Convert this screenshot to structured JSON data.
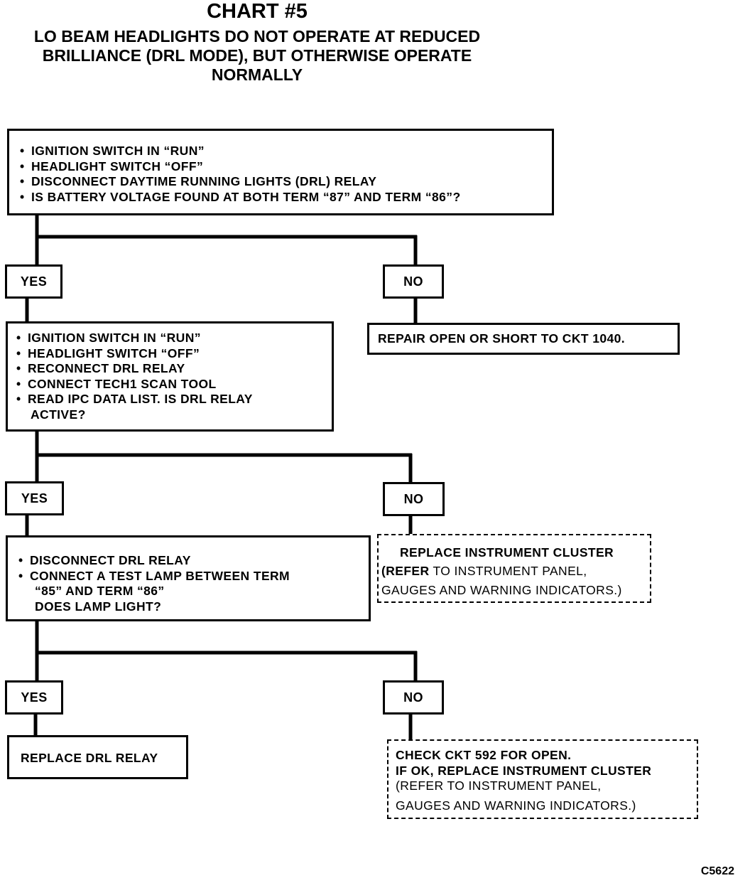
{
  "chart": {
    "title": "CHART #5",
    "subtitle": [
      "LO BEAM HEADLIGHTS DO NOT OPERATE AT REDUCED",
      "BRILLIANCE (DRL MODE), BUT OTHERWISE OPERATE",
      "NORMALLY"
    ],
    "figure_code": "C5622"
  },
  "step1": {
    "items": [
      "IGNITION SWITCH IN “RUN”",
      "HEADLIGHT SWITCH “OFF”",
      "DISCONNECT DAYTIME RUNNING LIGHTS (DRL) RELAY",
      "IS BATTERY VOLTAGE FOUND AT BOTH TERM “87” AND TERM “86”?"
    ],
    "yes": "YES",
    "no": "NO",
    "no_result": "REPAIR OPEN OR SHORT TO CKT 1040."
  },
  "step2": {
    "items": [
      "IGNITION SWITCH IN “RUN”",
      "HEADLIGHT SWITCH “OFF”",
      "RECONNECT DRL RELAY",
      "CONNECT TECH1 SCAN TOOL",
      "READ IPC DATA LIST. IS DRL RELAY"
    ],
    "item_cont": "ACTIVE?",
    "yes": "YES",
    "no": "NO",
    "no_result": {
      "line1": "REPLACE INSTRUMENT CLUSTER",
      "line2_bold": "(REFER",
      "line2_rest": " TO  INSTRUMENT PANEL,",
      "line3": "GAUGES AND  WARNING INDICATORS.)"
    }
  },
  "step3": {
    "items": [
      "DISCONNECT DRL RELAY",
      "CONNECT A TEST LAMP BETWEEN TERM"
    ],
    "cont": [
      "“85” AND TERM “86”",
      "DOES LAMP LIGHT?"
    ],
    "yes": "YES",
    "no": "NO",
    "yes_result": "REPLACE DRL RELAY",
    "no_result": {
      "line1": "CHECK CKT 592 FOR OPEN.",
      "line2": "IF OK, REPLACE INSTRUMENT CLUSTER",
      "line3": "(REFER TO   INSTRUMENT PANEL,",
      "line4": "GAUGES  AND  WARNING INDICATORS.)"
    }
  }
}
